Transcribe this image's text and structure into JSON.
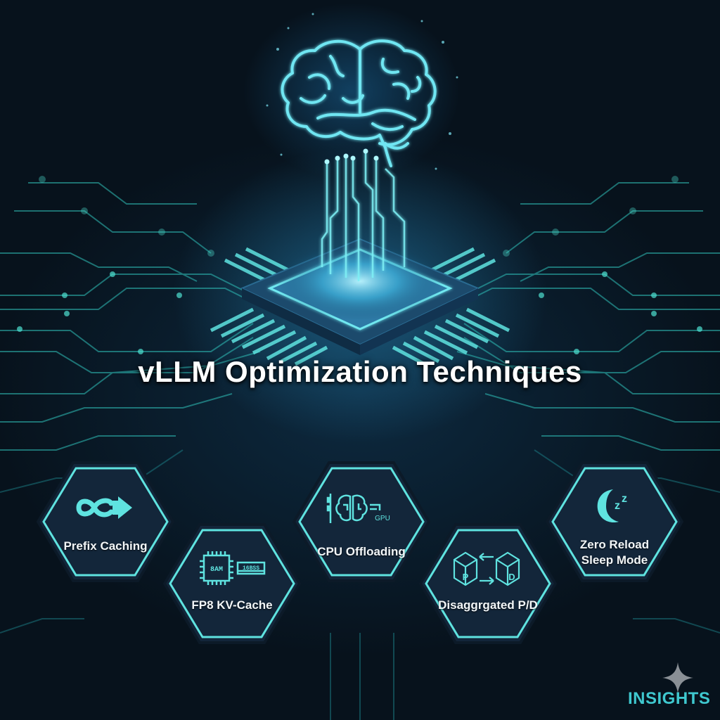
{
  "title": "vLLM Optimization Techniques",
  "colors": {
    "background": "#07121c",
    "accent": "#5fe3e0",
    "hex_fill": "#13263a",
    "title_text": "#ffffff",
    "brand_text": "#3fc8cf"
  },
  "hero": {
    "brain_icon": "brain-circuit-icon",
    "chip_icon": "processor-chip-icon"
  },
  "techniques": [
    {
      "label": "Prefix Caching",
      "icon": "infinity-arrow-icon"
    },
    {
      "label": "FP8 KV-Cache",
      "icon": "memory-chip-icon",
      "icon_text_chip": "8AM",
      "icon_text_module": "16BSS"
    },
    {
      "label": "CPU Offloading",
      "icon": "brain-gpu-icon",
      "icon_text": "GPU"
    },
    {
      "label": "Disaggrgated P/D",
      "icon": "prefill-decode-cubes-icon",
      "icon_text_p": "P",
      "icon_text_d": "D"
    },
    {
      "label_line1": "Zero Reload",
      "label_line2": "Sleep Mode",
      "icon": "moon-sleep-icon"
    }
  ],
  "brand": {
    "name": "INSIGHTS",
    "icon": "sparkle-icon"
  }
}
